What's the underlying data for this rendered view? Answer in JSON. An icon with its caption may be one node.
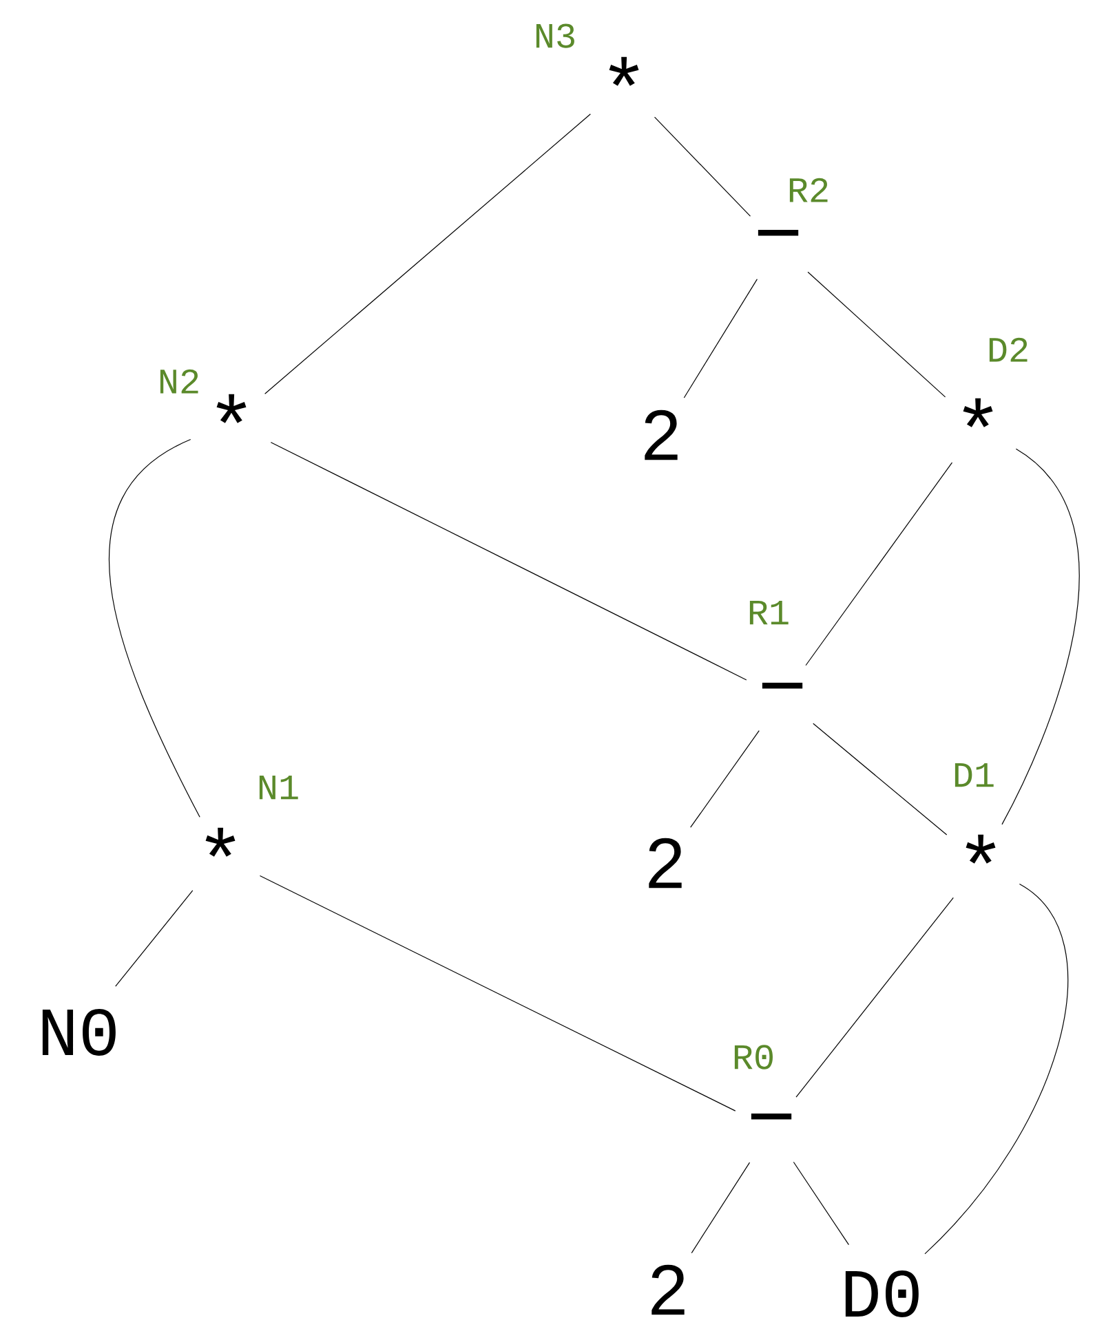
{
  "diagram": {
    "nodes": [
      {
        "text": [
          "*"
        ],
        "beside": [
          "N3"
        ]
      },
      {
        "text": [
          "−"
        ],
        "beside": [
          "R2"
        ]
      },
      {
        "text": [
          "*"
        ],
        "beside": [
          "N2"
        ]
      },
      {
        "text": [
          "2"
        ]
      },
      {
        "text": [
          "*"
        ],
        "beside": [
          "D2"
        ]
      },
      {
        "text": [
          "−"
        ],
        "beside": [
          "R1"
        ]
      },
      {
        "text": [
          "*"
        ],
        "beside": [
          "N1"
        ]
      },
      {
        "text": [
          "2"
        ]
      },
      {
        "text": [
          "*"
        ],
        "beside": [
          "D1"
        ]
      },
      {
        "text": [
          "N0"
        ]
      },
      {
        "text": [
          "−"
        ],
        "beside": [
          "R0"
        ]
      },
      {
        "text": [
          "2"
        ]
      },
      {
        "text": [
          "D0"
        ]
      }
    ],
    "edges": [
      {
        "from": 0,
        "to": 2,
        "arrow": "none"
      },
      {
        "from": 0,
        "to": 1,
        "arrow": "none"
      },
      {
        "from": 1,
        "to": 3,
        "arrow": "none"
      },
      {
        "from": 1,
        "to": 4,
        "arrow": "none"
      },
      {
        "from": 2,
        "to": 6,
        "arrow": "none"
      },
      {
        "from": 2,
        "to": 5,
        "arrow": "none"
      },
      {
        "from": 4,
        "to": 5,
        "arrow": "none"
      },
      {
        "from": 4,
        "to": 8,
        "arrow": "none"
      },
      {
        "from": 5,
        "to": 7,
        "arrow": "none"
      },
      {
        "from": 5,
        "to": 8,
        "arrow": "none"
      },
      {
        "from": 6,
        "to": 9,
        "arrow": "none"
      },
      {
        "from": 6,
        "to": 10,
        "arrow": "none"
      },
      {
        "from": 8,
        "to": 10,
        "arrow": "none"
      },
      {
        "from": 8,
        "to": 12,
        "arrow": "none"
      },
      {
        "from": 10,
        "to": 11,
        "arrow": "none"
      },
      {
        "from": 10,
        "to": 12,
        "arrow": "none"
      }
    ]
  }
}
